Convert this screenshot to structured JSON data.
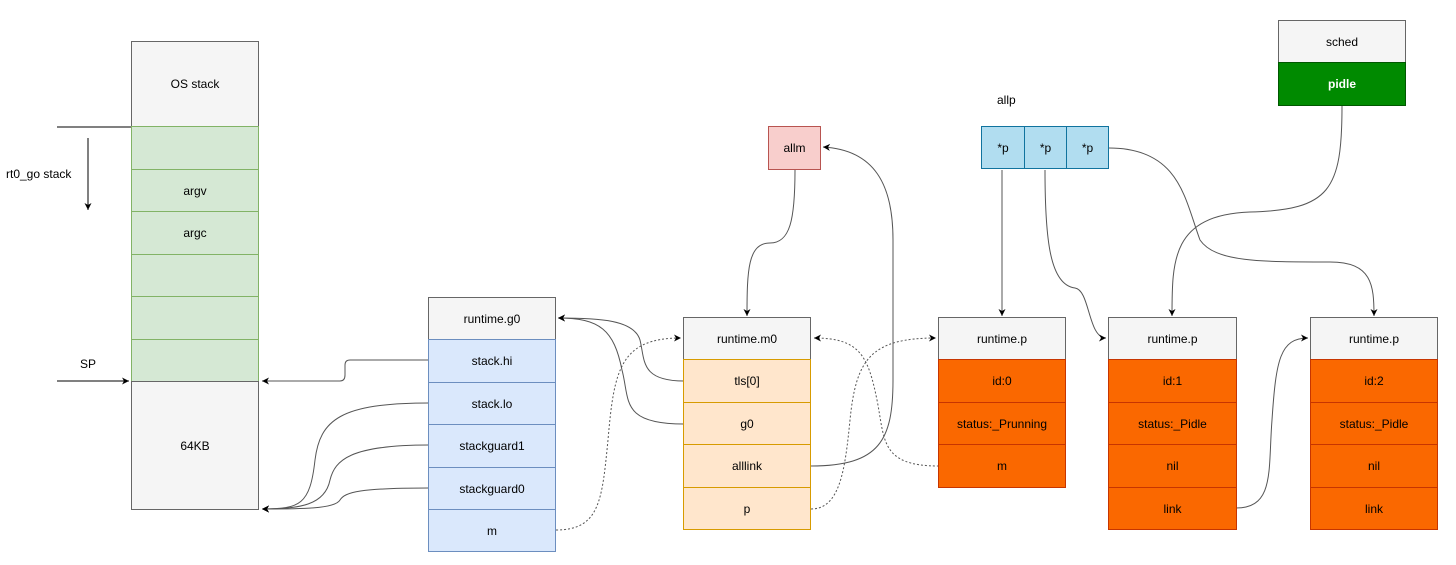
{
  "os_stack": {
    "title": "OS stack",
    "rows": [
      "",
      "argv",
      "argc",
      "",
      "",
      ""
    ],
    "bottom": "64KB"
  },
  "labels": {
    "rt0_go_stack": "rt0_go stack",
    "sp": "SP",
    "allp": "allp"
  },
  "g0": {
    "title": "runtime.g0",
    "fields": [
      "stack.hi",
      "stack.lo",
      "stackguard1",
      "stackguard0",
      "m"
    ]
  },
  "m0": {
    "title": "runtime.m0",
    "fields": [
      "tls[0]",
      "g0",
      "alllink",
      "p"
    ]
  },
  "allm": {
    "label": "allm"
  },
  "allp_cells": [
    "*p",
    "*p",
    "*p"
  ],
  "sched": {
    "title": "sched",
    "field": "pidle"
  },
  "p0": {
    "title": "runtime.p",
    "fields": [
      "id:0",
      "status:_Prunning",
      "m"
    ]
  },
  "p1": {
    "title": "runtime.p",
    "fields": [
      "id:1",
      "status:_Pidle",
      "nil",
      "link"
    ]
  },
  "p2": {
    "title": "runtime.p",
    "fields": [
      "id:2",
      "status:_Pidle",
      "nil",
      "link"
    ]
  },
  "colors": {
    "stack_green": "#d5e8d4",
    "g0_blue": "#dae8fc",
    "m0_orange": "#ffe6cc",
    "allm_red": "#f8cecc",
    "allp_cyan": "#b1ddf0",
    "p_field_orange": "#fa6800",
    "sched_pidle_green": "#008a00"
  }
}
